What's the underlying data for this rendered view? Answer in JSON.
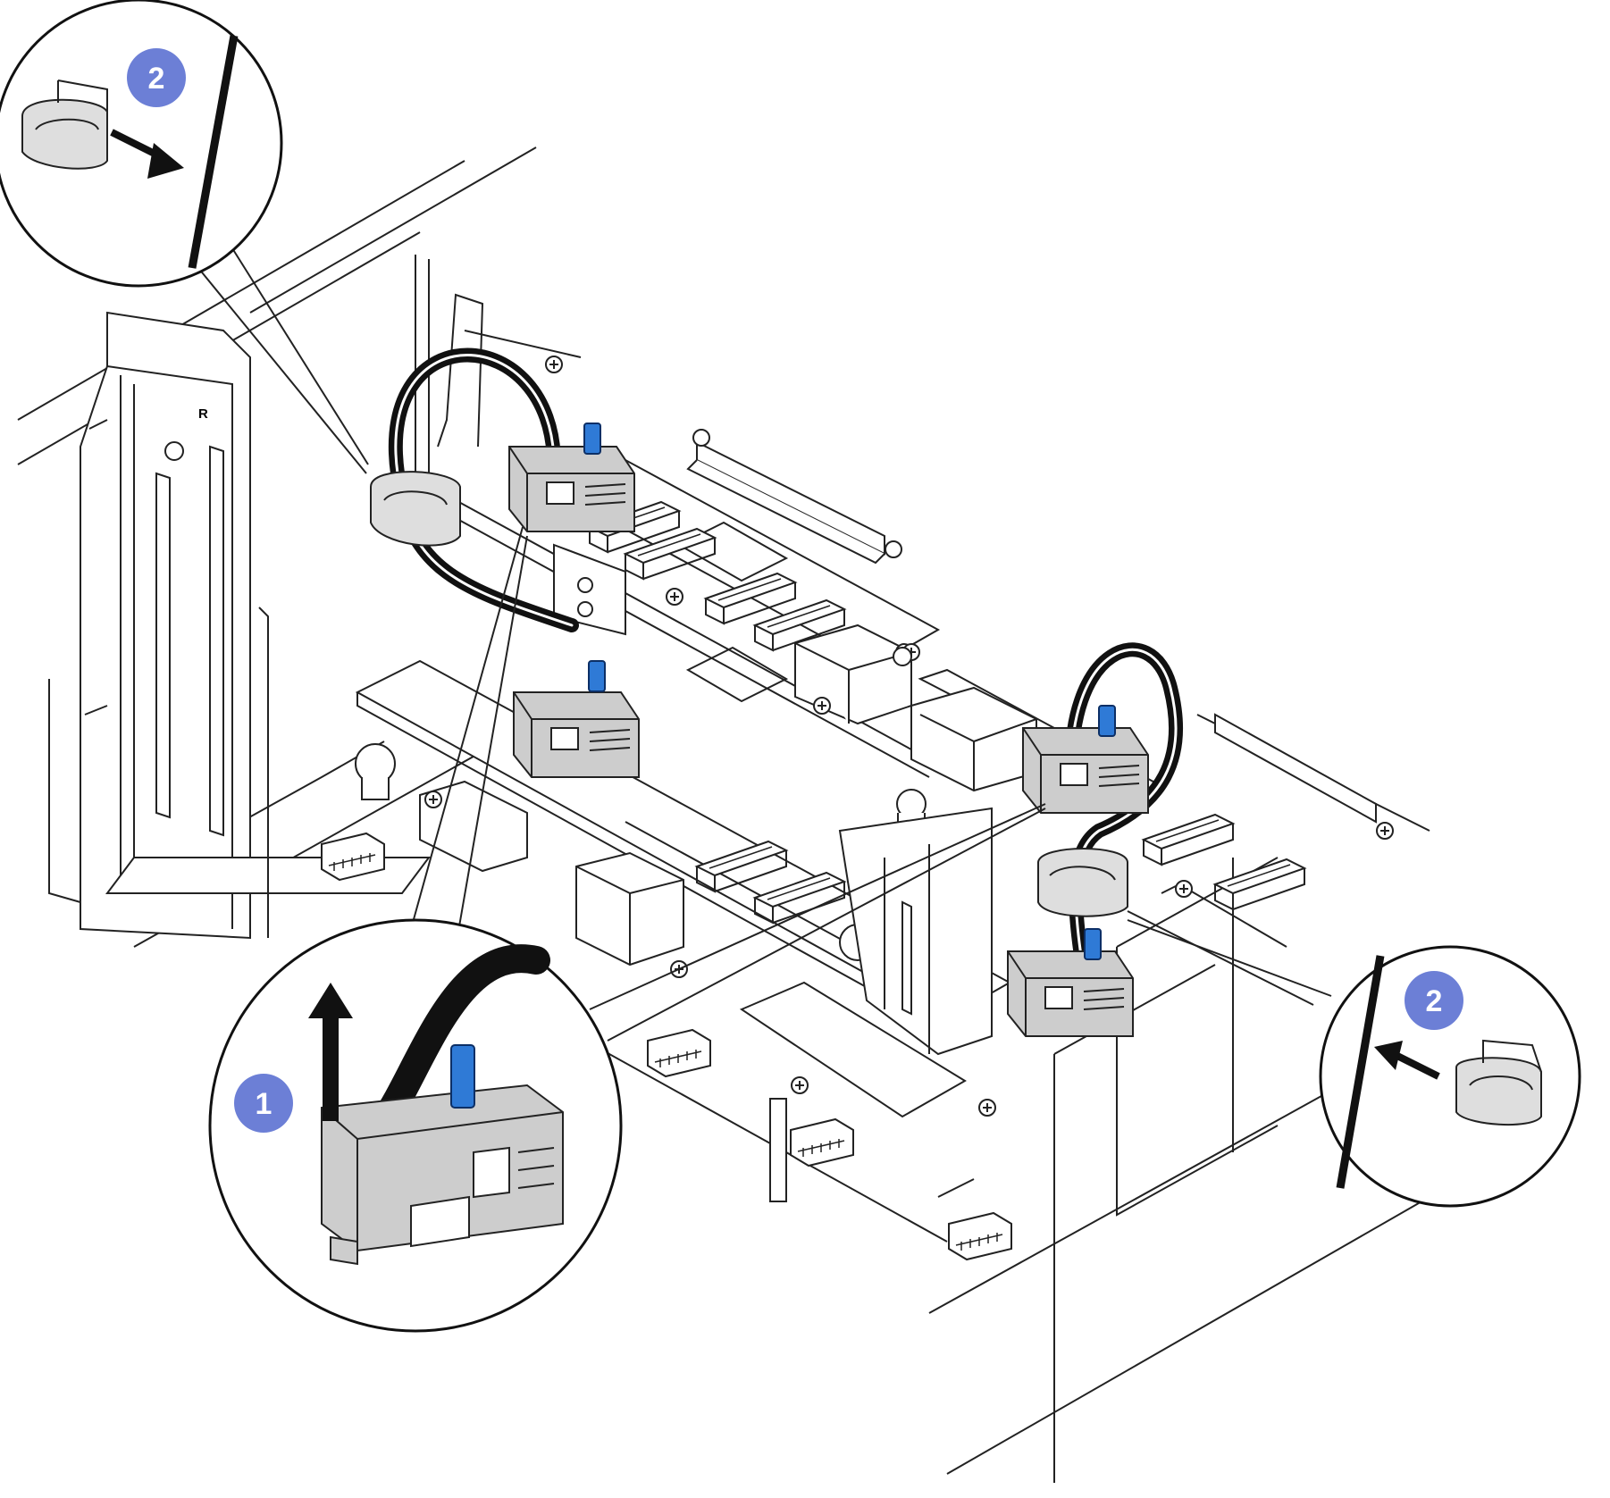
{
  "callouts": [
    {
      "id": "step-1",
      "number": "1"
    },
    {
      "id": "step-2-upper",
      "number": "2"
    },
    {
      "id": "step-2-lower",
      "number": "2"
    }
  ],
  "silkscreen": {
    "riser_label": "R"
  },
  "colors": {
    "badge": "#6c7fd6",
    "tab": "#2f7ad6",
    "connector": "#cdcdcd",
    "clip": "#dedede",
    "cable": "#111111",
    "line": "#222222"
  }
}
